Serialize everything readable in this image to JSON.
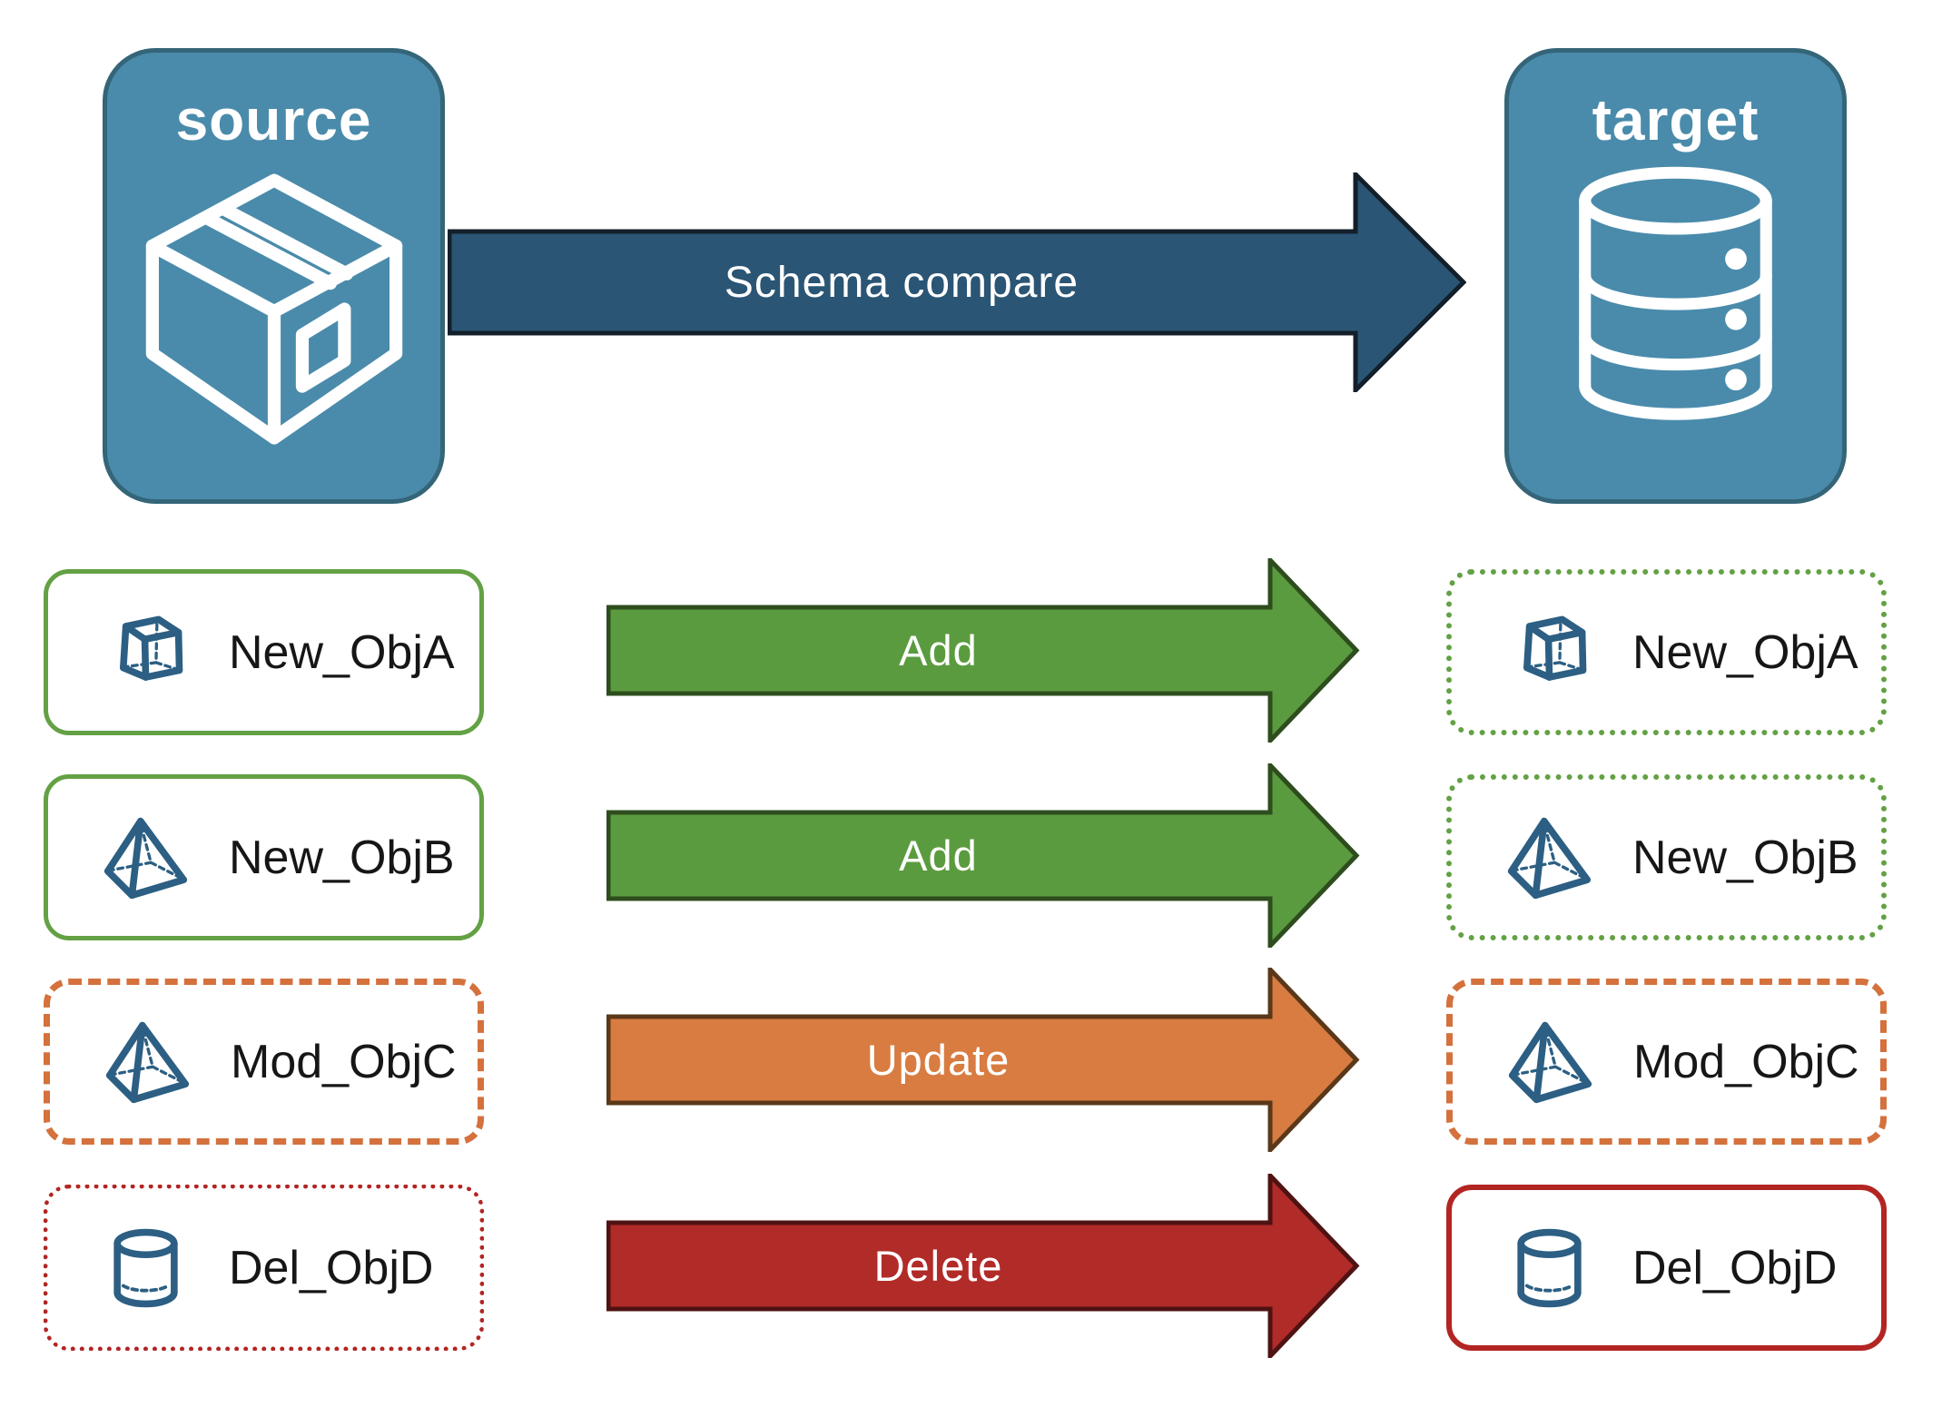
{
  "panels": {
    "source": {
      "label": "source",
      "icon": "package-icon"
    },
    "target": {
      "label": "target",
      "icon": "database-icon"
    }
  },
  "compare": {
    "label": "Schema compare"
  },
  "rows": [
    {
      "label": "New_ObjA",
      "action": "Add",
      "icon": "cube-icon",
      "source_box_style": "solid-green",
      "target_box_style": "dotted-green"
    },
    {
      "label": "New_ObjB",
      "action": "Add",
      "icon": "pyramid-icon",
      "source_box_style": "solid-green",
      "target_box_style": "dotted-green"
    },
    {
      "label": "Mod_ObjC",
      "action": "Update",
      "icon": "pyramid-icon",
      "source_box_style": "dashed-orange",
      "target_box_style": "dashed-orange"
    },
    {
      "label": "Del_ObjD",
      "action": "Delete",
      "icon": "cylinder-icon",
      "source_box_style": "dotted-red",
      "target_box_style": "solid-red"
    }
  ],
  "colors": {
    "panel-fill": "#4A8BAB",
    "panel-border": "#346578",
    "compare-fill": "#2B5574",
    "compare-border": "#131F2A",
    "add-fill": "#5B9B3F",
    "add-border": "#2E4D1E",
    "update-fill": "#D87C41",
    "update-border": "#5A3819",
    "delete-fill": "#B12B29",
    "delete-border": "#4E1312",
    "green-box": "#63A144",
    "orange-box": "#D4713D",
    "red-box": "#B22523",
    "icon-blue": "#2C5F83",
    "label-text": "#161616",
    "arrow-text": "#FFFFFF"
  }
}
